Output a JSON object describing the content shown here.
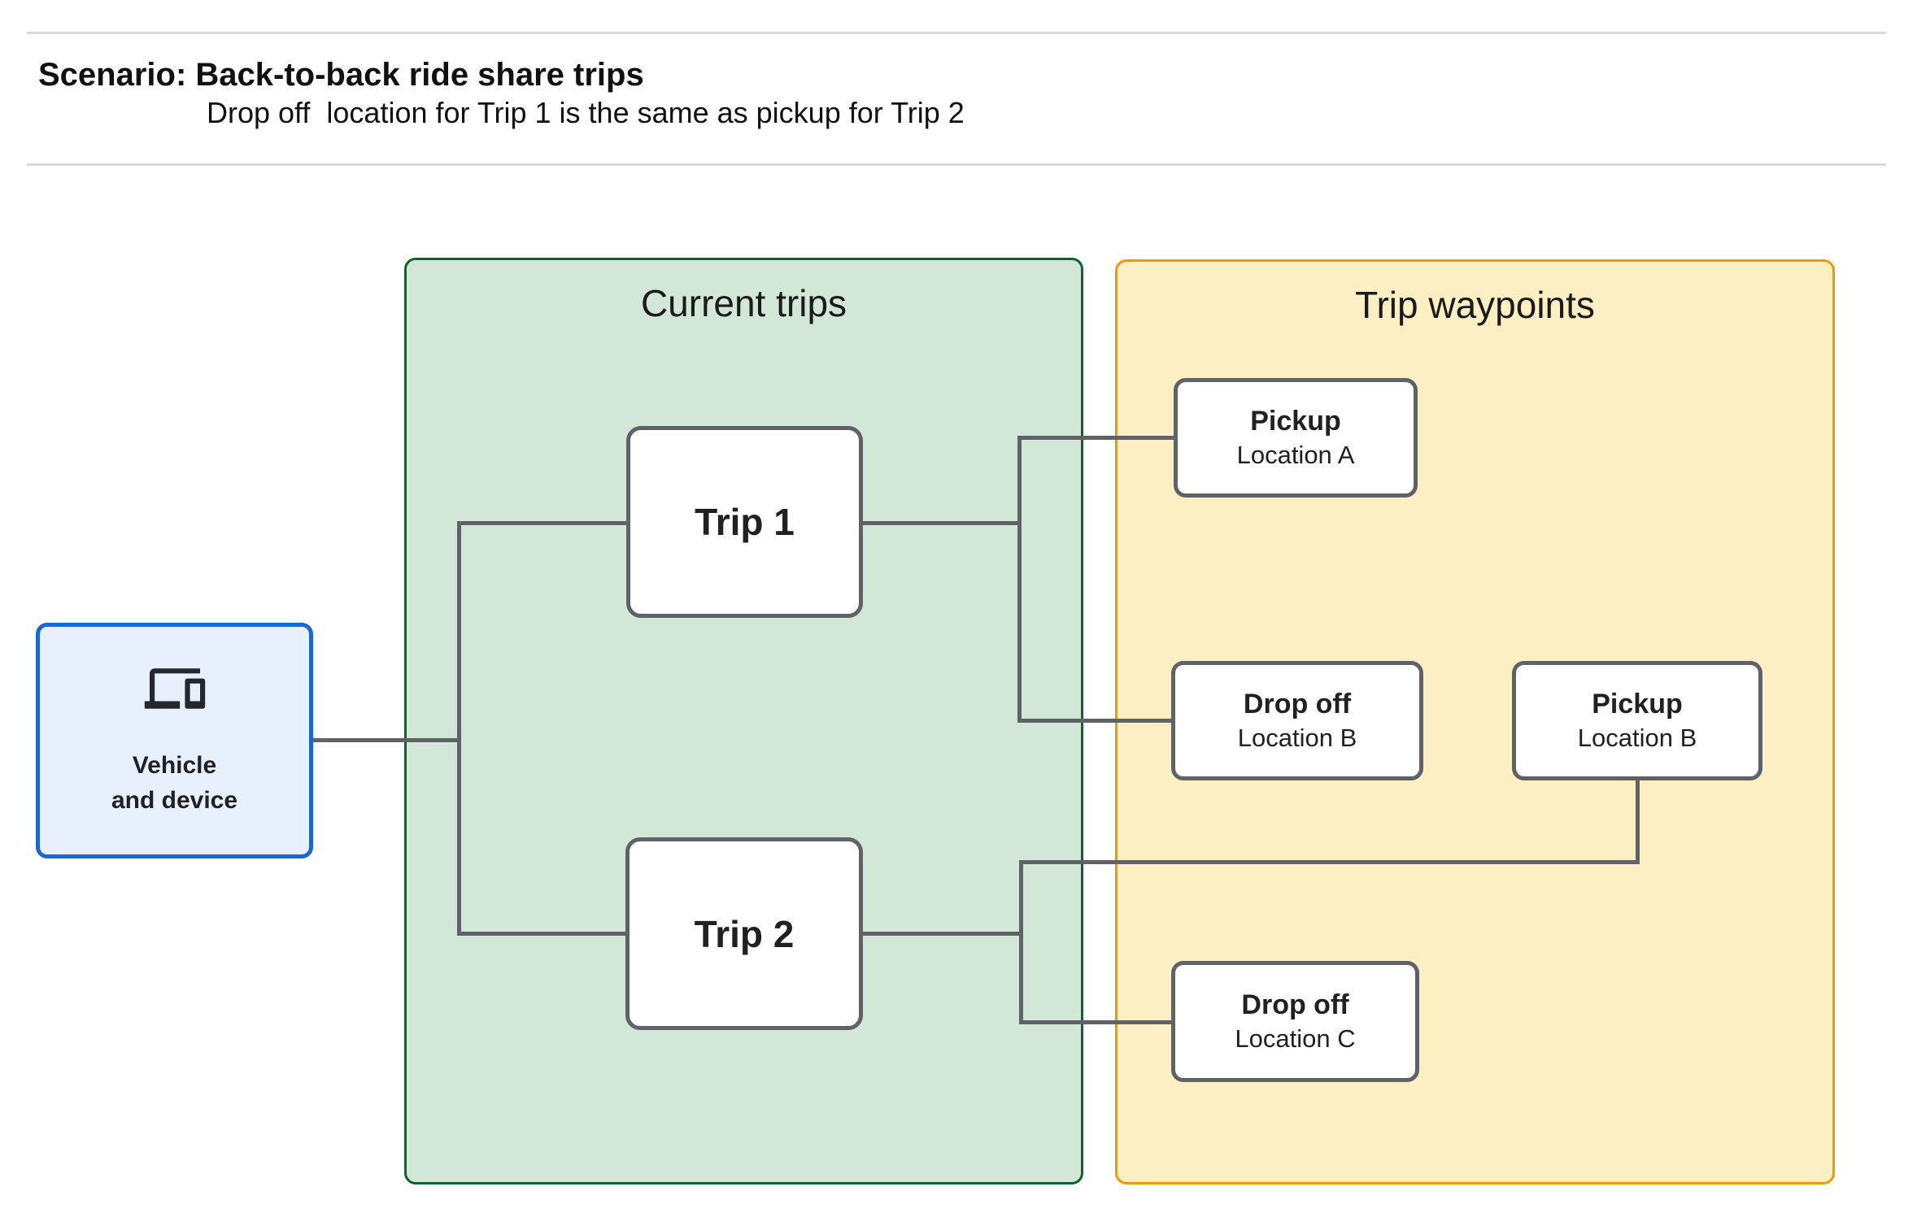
{
  "header": {
    "title": "Scenario: Back-to-back ride share trips",
    "subtitle": "Drop off  location for Trip 1 is the same as pickup for Trip 2"
  },
  "diagram": {
    "vehicle": {
      "line1": "Vehicle",
      "line2": "and device",
      "icon": "devices-icon"
    },
    "containers": [
      {
        "id": "current-trips",
        "title": "Current trips"
      },
      {
        "id": "trip-waypoints",
        "title": "Trip waypoints"
      }
    ],
    "trips": [
      {
        "label": "Trip 1"
      },
      {
        "label": "Trip 2"
      }
    ],
    "waypoints": [
      {
        "title": "Pickup",
        "subtitle": "Location A"
      },
      {
        "title": "Drop off",
        "subtitle": "Location B"
      },
      {
        "title": "Pickup",
        "subtitle": "Location B"
      },
      {
        "title": "Drop off",
        "subtitle": "Location C"
      }
    ],
    "colors": {
      "green_fill": "#d2e7d8",
      "green_border": "#0d652d",
      "yellow_fill": "#fdefc4",
      "yellow_border": "#f29900",
      "blue_fill": "#e8f0fe",
      "blue_border": "#1967d2",
      "connector": "#5f6368"
    }
  }
}
